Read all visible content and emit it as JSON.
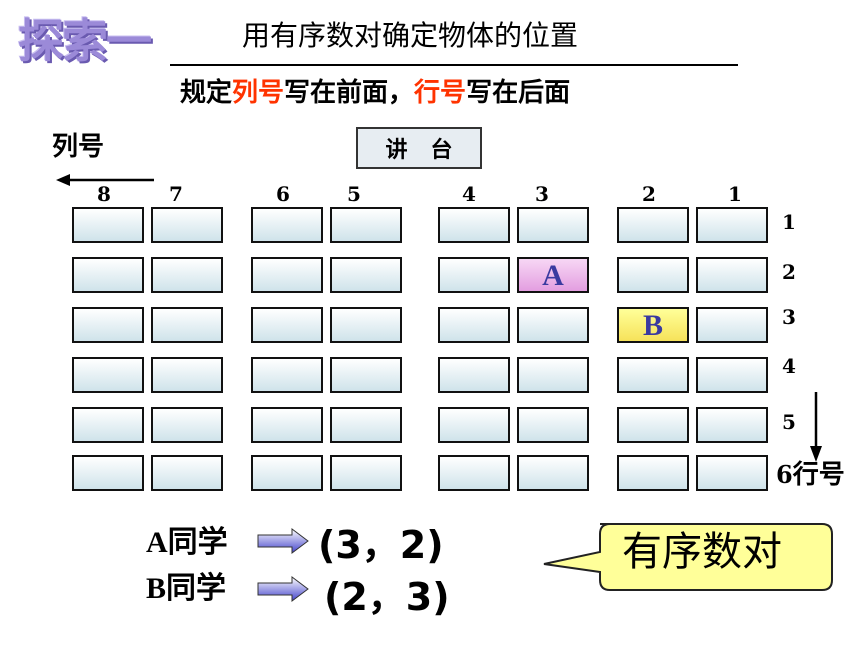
{
  "header": {
    "title": "探索一",
    "subject": "用有序数对确定物体的位置"
  },
  "note": {
    "prefix": "规定",
    "column_term": "列号",
    "middle": "写在前面，",
    "row_term": "行号",
    "suffix": "写在后面"
  },
  "podium": {
    "char1": "讲",
    "char2": "台"
  },
  "column_label": "列号",
  "row_label": "行号",
  "column_numbers": [
    "8",
    "7",
    "6",
    "5",
    "4",
    "3",
    "2",
    "1"
  ],
  "row_numbers": [
    "1",
    "2",
    "3",
    "4",
    "5",
    "6"
  ],
  "desk_labels": {
    "A": "A",
    "B": "B"
  },
  "students": [
    {
      "name": "A同学",
      "coord": "(3，2)"
    },
    {
      "name": "B同学",
      "coord": "(2，3)"
    }
  ],
  "callout": "有序数对",
  "colors": {
    "red": "#ff3300",
    "desk_fill": "#cfe3ea",
    "desk_A": "#e39ee0",
    "desk_B": "#f6e25a",
    "arrow_blue": "#4444cc",
    "callout_fill": "#ffff99"
  }
}
